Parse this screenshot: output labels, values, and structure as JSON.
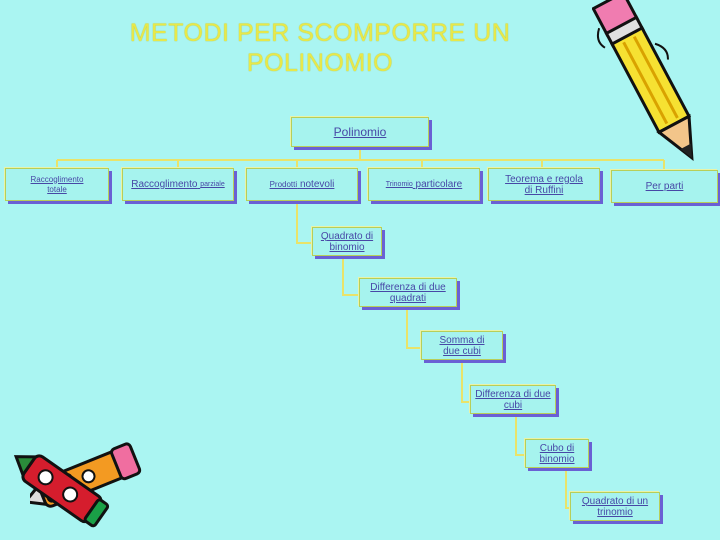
{
  "title": {
    "line1": "METODI PER SCOMPORRE UN",
    "line2": "POLINOMIO"
  },
  "colors": {
    "background": "#aaf5f2",
    "title": "#e8e84a",
    "connector": "#e9e36a",
    "node_text": "#4747a6",
    "node_shadow": "#6a60d4"
  },
  "nodes": {
    "root": "Polinomio",
    "raccoglimento_totale": {
      "line1": "Raccoglimento",
      "line2": "totale"
    },
    "raccoglimento_parziale": {
      "main": "Raccoglimento",
      "small": "parziale"
    },
    "prodotti_notevoli": {
      "small": "Prodotti",
      "main": "notevoli"
    },
    "trinomio_particolare": {
      "small": "Trinomio",
      "main": "particolare"
    },
    "ruffini": "Teorema e regola di Ruffini",
    "per_parti": "Per parti",
    "quadrato_binomio": "Quadrato di binomio",
    "differenza_quadrati": "Differenza di due quadrati",
    "somma_cubi": "Somma di due cubi",
    "differenza_cubi": "Differenza di due cubi",
    "cubo_binomio": "Cubo di binomio",
    "quadrato_trinomio": "Quadrato di un trinomio"
  },
  "decorations": [
    "pencil-icon",
    "pen-icon",
    "marker-icon"
  ]
}
